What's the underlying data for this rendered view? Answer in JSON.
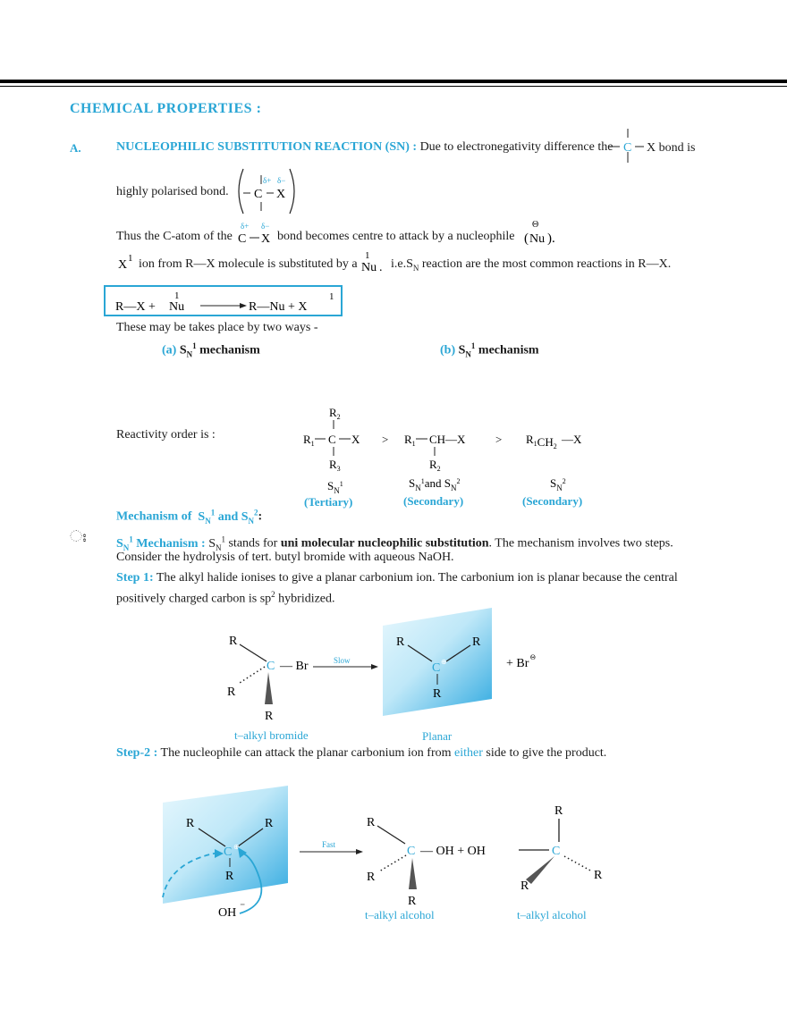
{
  "heading": "CHEMICAL PROPERTIES :",
  "sectionA": {
    "letter": "A.",
    "title": "NUCLEOPHILIC SUBSTITUTION REACTION (SN) :",
    "line1": "Due to electronegativity difference the",
    "line1_end": "X bond is",
    "line2": "highly polarised bond.",
    "line3_start": "Thus the C-atom of the",
    "line3_mid": "bond becomes centre to attack by a nucleophile",
    "line4_mid": "ion from R—X molecule is substituted by a",
    "line4_end": "reaction are the most common reactions in R—X.",
    "ie": "i.e.S",
    "N": "N",
    "Nu": "Nu",
    "X": "X",
    "C": "C",
    "dplus": "δ+",
    "dminus": "δ−",
    "theta": "Θ",
    "one": "1"
  },
  "boxed_reaction": {
    "lhs": "R—X  +",
    "Nu": "Nu",
    "rhs": "R—Nu  +  X",
    "one": "1"
  },
  "ways": "These may be takes place by two ways -",
  "mech_a": {
    "label": "(a)",
    "text": "S",
    "sub": "N",
    "sup": "1",
    "tail": "mechanism"
  },
  "mech_b": {
    "label": "(b)",
    "text": "S",
    "sub": "N",
    "sup": "1",
    "tail": "mechanism"
  },
  "reactivity": {
    "label": "Reactivity order is :",
    "t_R2": "R",
    "t_R1": "R",
    "t_R3": "R",
    "gt": ">",
    "s_label": "S",
    "tertiary": "(Tertiary)",
    "secondary1": "(Secondary)",
    "secondary2": "(Secondary)",
    "mid_formula": "CH—X",
    "right_formula": "CH",
    "right_X": "—X",
    "and": "and S"
  },
  "mechanism_heading": {
    "text": "Mechanism of",
    "S": "S",
    "N": "N",
    "and": "and S"
  },
  "bullet": "ꔰ",
  "sn1_intro": {
    "title": "S",
    "title_tail": "Mechanism :",
    "text1": "stands for",
    "bold": "uni molecular nucleophilic substitution",
    "text2": ". The mechanism involves two steps.",
    "text3": "Consider the hydrolysis of tert. butyl bromide with aqueous NaOH."
  },
  "step1": {
    "label": "Step 1:",
    "text": "The alkyl halide ionises to give a planar carbonium ion. The carbonium ion is planar because the central",
    "text2a": "positively charged carbon is sp",
    "sup": "2",
    "text2b": "hybridized."
  },
  "diagram1": {
    "R": "R",
    "C": "C",
    "Br": "— Br",
    "slow": "Slow",
    "brtext": "+ Br",
    "caption_left": "t–alkyl bromide",
    "caption_right": "Planar"
  },
  "step2": {
    "label": "Step-2 :",
    "text1": "The nucleophile can attack the planar carbonium ion from",
    "either": "either",
    "text2": "side to give the product."
  },
  "diagram2": {
    "R": "R",
    "C": "C",
    "fast": "Fast",
    "oh1": "— OH +  OH",
    "oh": "OH",
    "caption1": "t–alkyl alcohol",
    "caption2": "t–alkyl alcohol"
  },
  "colors": {
    "accent": "#2aa6d5",
    "plane_light": "#cfeefb",
    "plane_dark": "#39b3e6"
  }
}
